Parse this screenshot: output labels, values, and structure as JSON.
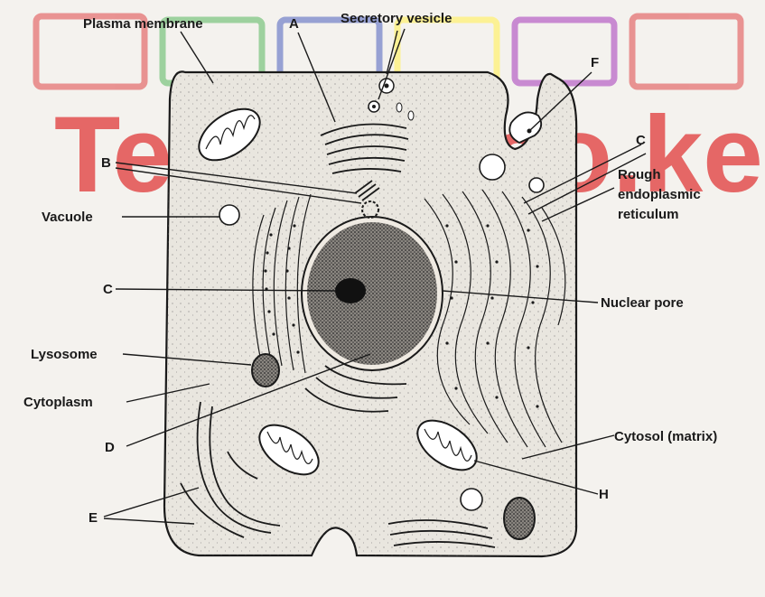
{
  "watermark": {
    "text": "Teacher.co.ke",
    "color": "#e04040",
    "box_colors": [
      "#e57373",
      "#81c784",
      "#7986cb",
      "#fff176",
      "#ba68c8",
      "#e57373"
    ]
  },
  "labels": {
    "plasma_membrane": "Plasma membrane",
    "a": "A",
    "secretory_vesicle": "Secretory vesicle",
    "f": "F",
    "b": "B",
    "c_top": "C",
    "rough_er_1": "Rough",
    "rough_er_2": "endoplasmic",
    "rough_er_3": "reticulum",
    "vacuole": "Vacuole",
    "c_left": "C",
    "nuclear_pore": "Nuclear pore",
    "lysosome": "Lysosome",
    "cytoplasm": "Cytoplasm",
    "d": "D",
    "cytosol": "Cytosol (matrix)",
    "h": "H",
    "e": "E"
  }
}
